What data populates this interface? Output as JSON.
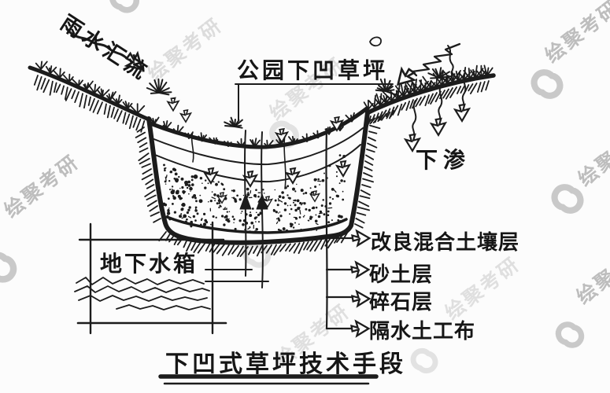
{
  "diagram": {
    "rainwater_label": "雨水汇流",
    "lawn_label": "公园下凹草坪",
    "infiltration_label": "下渗",
    "tank_label": "地下水箱",
    "layer_labels": {
      "items": [
        "改良混合土壤层",
        "砂土层",
        "碎石层",
        "隔水土工布"
      ]
    },
    "title": "下凹式草坪技术手段"
  },
  "watermark": {
    "text": "绘聚考研"
  },
  "colors": {
    "ink": "#1c1c1c",
    "paper": "#fcfcfc",
    "watermark": "#c9c9c9"
  }
}
